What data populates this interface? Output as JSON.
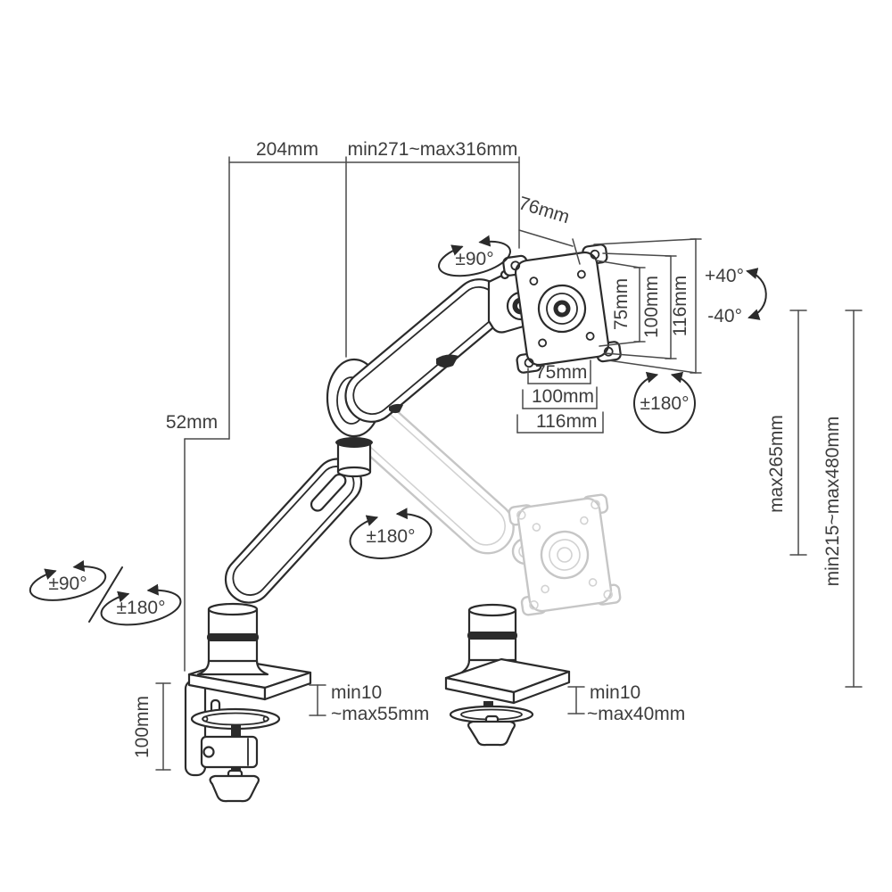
{
  "page": {
    "background": "#ffffff"
  },
  "diagram": {
    "kind": "technical line drawing",
    "subject": "single gas-spring monitor desk mount arm with dimension callouts, shown with C-clamp and grommet bases plus a ghosted lowered arm position",
    "colors": {
      "line": "#2b2b2b",
      "ghost": "#c6c6c6",
      "text": "#3d3d3d",
      "background": "#ffffff"
    },
    "labels": {
      "arm_reach_rear": "204mm",
      "arm_reach_front": "min271~max316mm",
      "head_depth": "76mm",
      "pole_offset": "52mm",
      "head_swivel": "±90°",
      "arm_rotation": "±180°",
      "vesa_rotation": "±180°",
      "tilt_up": "+40°",
      "tilt_down": "-40°",
      "base_swivel": "±90°",
      "base_rotation": "±180°",
      "vesa_vertical": [
        "75mm",
        "100mm",
        "116mm"
      ],
      "vesa_horizontal": [
        "75mm",
        "100mm",
        "116mm"
      ],
      "lift_height": "max265mm",
      "total_height": "min215~max480mm",
      "clamp_height": "100mm",
      "clamp_thickness_min": "min10",
      "clamp_thickness_max": "~max55mm",
      "grommet_thickness_min": "min10",
      "grommet_thickness_max": "~max40mm"
    }
  }
}
